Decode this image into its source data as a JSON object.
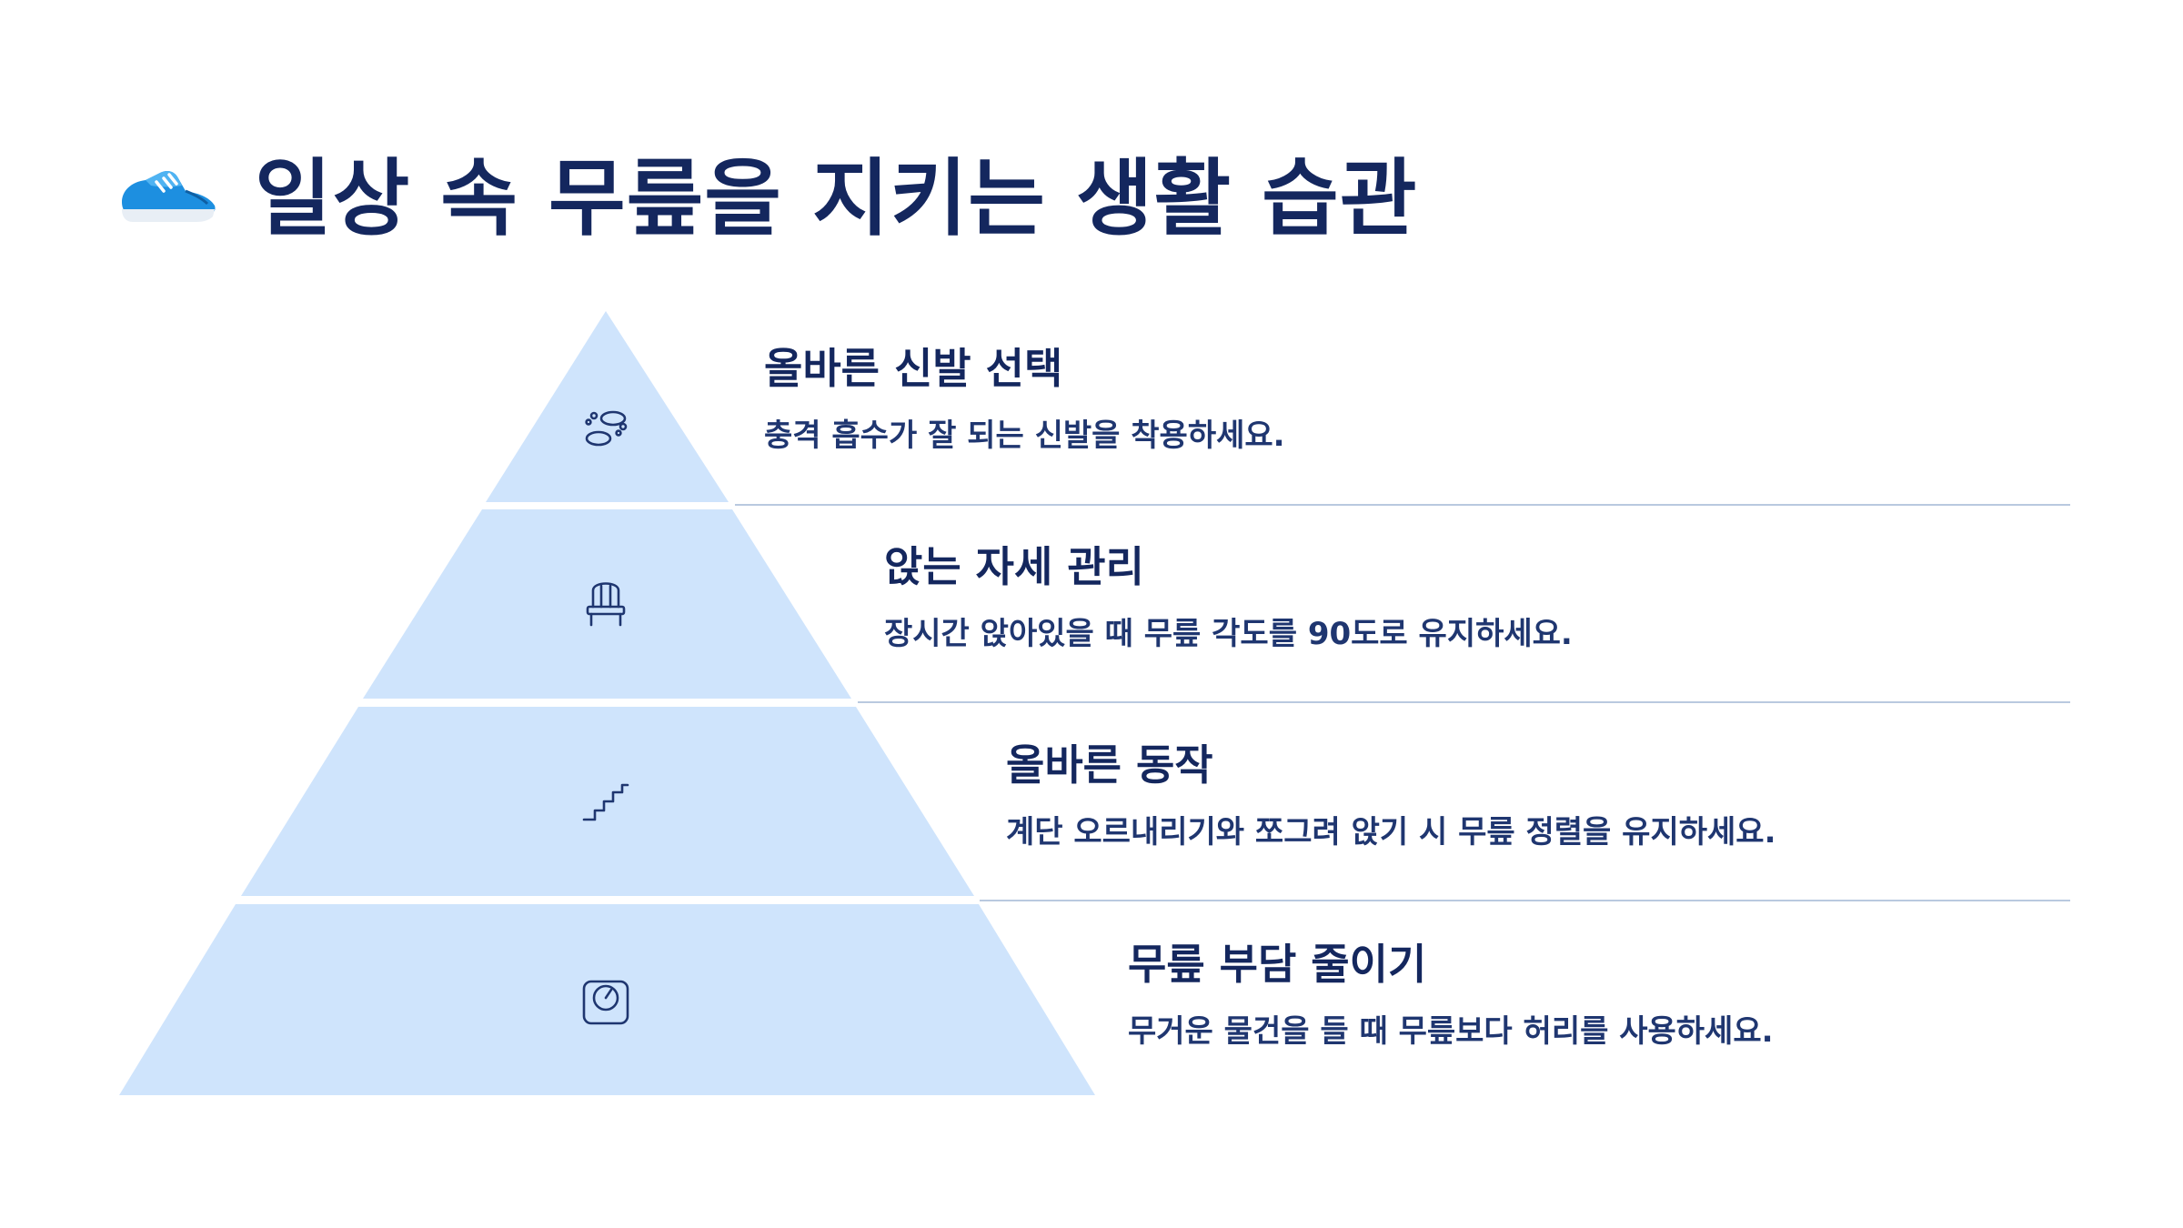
{
  "header": {
    "icon": "running-shoe-icon",
    "title": "일상 속 무릎을 지키는 생활 습관"
  },
  "colors": {
    "tier_fill": "#cfe4fc",
    "divider": "#b9c9df",
    "text": "#14275e",
    "icon_stroke": "#1f3670",
    "shoe_blue": "#1d8fe0"
  },
  "tiers": [
    {
      "icon": "footprints-icon",
      "title": "올바른 신발 선택",
      "description": "충격 흡수가 잘 되는 신발을 착용하세요."
    },
    {
      "icon": "chair-icon",
      "title": "앉는 자세 관리",
      "description": "장시간 앉아있을 때 무릎 각도를 90도로 유지하세요."
    },
    {
      "icon": "stairs-icon",
      "title": "올바른 동작",
      "description": "계단 오르내리기와 쪼그려 앉기 시 무릎 정렬을 유지하세요."
    },
    {
      "icon": "weight-scale-icon",
      "title": "무릎 부담 줄이기",
      "description": "무거운 물건을 들 때 무릎보다 허리를 사용하세요."
    }
  ]
}
